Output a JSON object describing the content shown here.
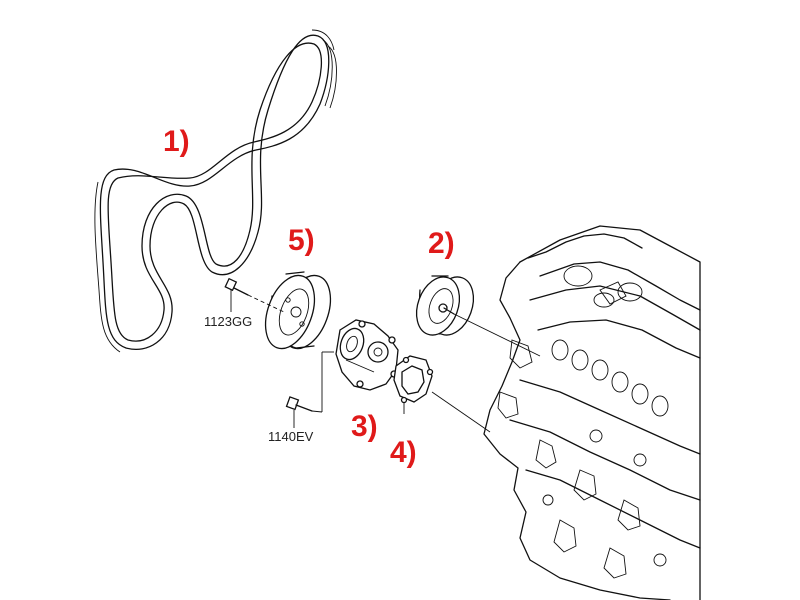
{
  "diagram": {
    "callout_color": "#e01a1a",
    "callouts": [
      {
        "id": "belt",
        "text": "1)"
      },
      {
        "id": "tensioner-pulley",
        "text": "2)"
      },
      {
        "id": "water-pump",
        "text": "3)"
      },
      {
        "id": "gasket",
        "text": "4)"
      },
      {
        "id": "idler-pulley",
        "text": "5)"
      }
    ],
    "part_numbers": [
      {
        "id": "pulley-bolt",
        "text": "1123GG"
      },
      {
        "id": "pump-bolt",
        "text": "1140EV"
      }
    ]
  }
}
